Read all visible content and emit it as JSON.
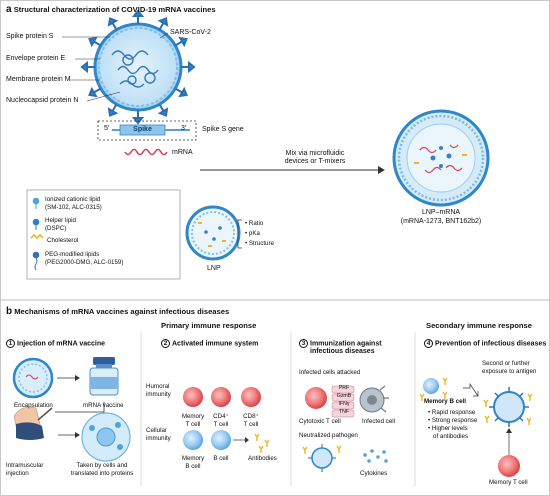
{
  "section_a": {
    "letter": "a",
    "title": "Structural characterization of COVID-19 mRNA vaccines",
    "virus_labels": {
      "spike_protein": "Spike protein S",
      "envelope_protein": "Envelope protein E",
      "membrane_protein": "Membrane protein M",
      "nucleocapsid_protein": "Nucleocapsid protein N",
      "virus_name": "SARS-CoV-2"
    },
    "gene": {
      "five_prime": "5′",
      "spike": "Spike",
      "three_prime": "3′",
      "label": "Spike S gene"
    },
    "mrna_label": "mRNA",
    "mix_text_1": "Mix via microfluidic",
    "mix_text_2": "devices or T-mixers",
    "legend": [
      {
        "name": "Ionized cationic lipid",
        "detail": "(SM-102, ALC-0315)",
        "color": "#4fa3dc"
      },
      {
        "name": "Helper lipid",
        "detail": "(DSPC)",
        "color": "#2f7fc4"
      },
      {
        "name": "Cholesterol",
        "detail": "",
        "color": "#e8b72e"
      },
      {
        "name": "PEG-modified lipids",
        "detail": "(PEG2000-DMG, ALC-0159)",
        "color": "#3a6fb8"
      }
    ],
    "lnp_label": "LNP",
    "lnp_properties": [
      "Ratio",
      "pKa",
      "Structure"
    ],
    "lnp_mrna_label": "LNP–mRNA",
    "lnp_mrna_detail": "(mRNA-1273, BNT162b2)"
  },
  "section_b": {
    "letter": "b",
    "title": "Mechanisms of mRNA vaccines against infectious diseases",
    "primary_heading": "Primary immune response",
    "secondary_heading": "Secondary immune response",
    "step1": {
      "num": "1",
      "title": "Injection of mRNA vaccine",
      "encapsulation": "Encapsulation",
      "vaccine": "mRNA vaccine",
      "injection_1": "Intramuscular",
      "injection_2": "injection",
      "taken_1": "Taken by cells and",
      "taken_2": "translated into proteins"
    },
    "step2": {
      "num": "2",
      "title": "Activated immune system",
      "humoral_1": "Humoral",
      "humoral_2": "immunity",
      "cellular_1": "Cellular",
      "cellular_2": "immunity",
      "memory_t_1": "Memory",
      "memory_t_2": "T cell",
      "cd4_1": "CD4⁺",
      "cd4_2": "T cell",
      "cd8_1": "CD8⁺",
      "cd8_2": "T cell",
      "memory_b_1": "Memory",
      "memory_b_2": "B cell",
      "b_cell": "B cell",
      "antibodies": "Antibodies"
    },
    "step3": {
      "num": "3",
      "title_1": "Immunization against",
      "title_2": "infectious diseases",
      "infected_attacked": "Infected cells attacked",
      "cytotoxic": "Cytotoxic T cell",
      "infected_cell": "Infected cell",
      "prf": "PRF",
      "gzmb": "GzmB",
      "ifn": "IFNγ",
      "tnf": "TNF",
      "neutralized": "Neutralized pathogen",
      "cytokines": "Cytokines"
    },
    "step4": {
      "num": "4",
      "title": "Prevention of infectious diseases",
      "second_1": "Second or further",
      "second_2": "exposure to antigen",
      "memory_b": "Memory B cell",
      "bullets": [
        "Rapid response",
        "Strong response",
        "Higher levels",
        "of antibodies"
      ],
      "memory_t": "Memory T cell"
    }
  }
}
